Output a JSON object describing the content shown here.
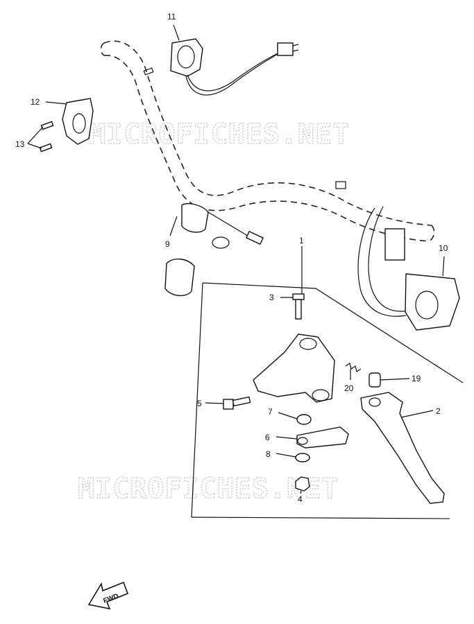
{
  "watermark": "MICROFICHES.NET",
  "callouts": [
    "1",
    "2",
    "3",
    "4",
    "5",
    "6",
    "7",
    "8",
    "9",
    "10",
    "11",
    "12",
    "13",
    "19",
    "20"
  ],
  "arrow_label": "FWD"
}
